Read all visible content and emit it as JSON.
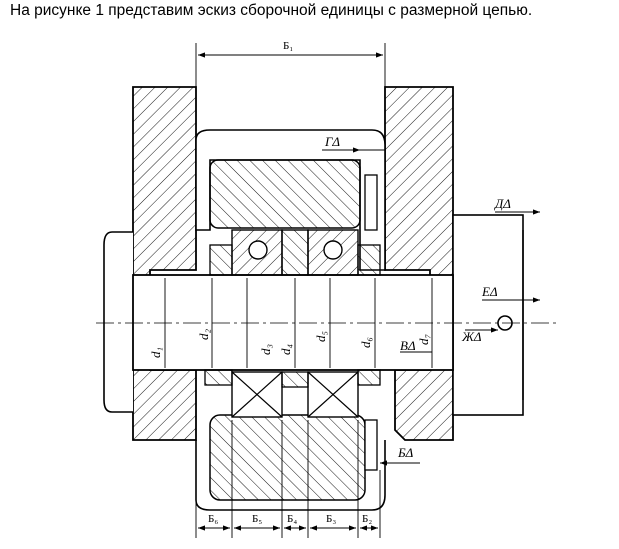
{
  "caption": "На рисунке 1 представим эскиз сборочной единицы с размерной цепью.",
  "labels": {
    "b1": "Б₁",
    "g": "ГΔ",
    "d_delta": "ДΔ",
    "e": "ЕΔ",
    "zh": "ЖΔ",
    "v": "ВΔ",
    "b_delta": "БΔ",
    "b6": "Б₆",
    "b5": "Б₅",
    "b4": "Б₄",
    "b3": "Б₃",
    "b2": "Б₂",
    "d1": "d₁",
    "d2": "d₂",
    "d3": "d₃",
    "d4": "d₄",
    "d5": "d₅",
    "d6": "d₆",
    "d7": "d₇"
  }
}
